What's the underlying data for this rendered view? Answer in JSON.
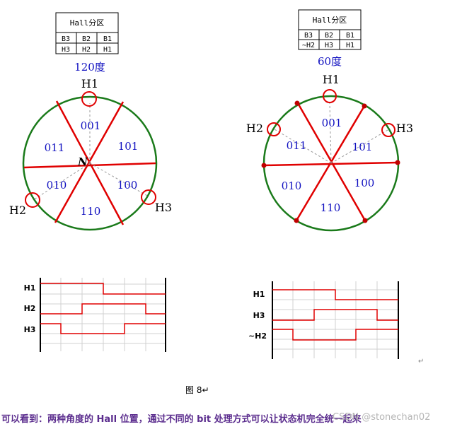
{
  "left": {
    "table": {
      "header": "Hall分区",
      "row1": [
        "B3",
        "B2",
        "B1"
      ],
      "row2": [
        "H3",
        "H2",
        "H1"
      ]
    },
    "angle_label": "120度",
    "sectors": [
      "001",
      "101",
      "100",
      "110",
      "010",
      "011"
    ],
    "north_label": "N",
    "sensors": [
      "H1",
      "H2",
      "H3"
    ],
    "wave_labels": [
      "H1",
      "H2",
      "H3"
    ]
  },
  "right": {
    "table": {
      "header": "Hall分区",
      "row1": [
        "B3",
        "B2",
        "B1"
      ],
      "row2": [
        "~H2",
        "H3",
        "H1"
      ]
    },
    "angle_label": "60度",
    "sectors": [
      "001",
      "101",
      "100",
      "110",
      "010",
      "011"
    ],
    "sensors": [
      "H1",
      "H2",
      "H3"
    ],
    "wave_labels": [
      "H1",
      "H3",
      "~H2"
    ]
  },
  "caption": "图 8↵",
  "summary": "可以看到：两种角度的 Hall 位置，通过不同的 bit 处理方式可以让状态机完全统一起来",
  "watermark": "CSDN @stonechan02",
  "return_mark": "↵",
  "colors": {
    "circle": "#1a7a1a",
    "red_line": "#e00000",
    "sector_text": "#1010c0",
    "grid": "#cccccc"
  }
}
